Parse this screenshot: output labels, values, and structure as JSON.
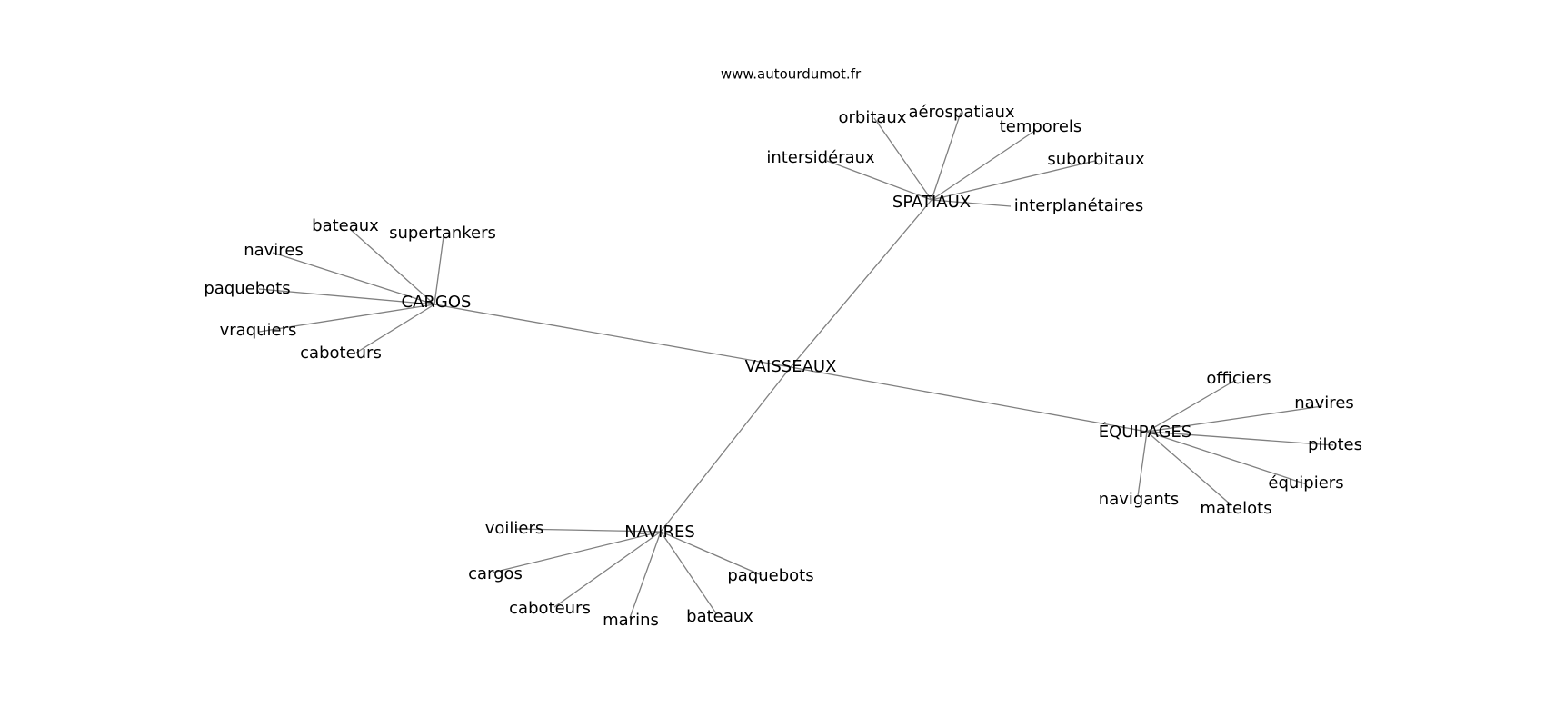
{
  "source": "www.autourdumot.fr",
  "center": {
    "id": "c",
    "label": "VAISSEAUX"
  },
  "clusters": [
    {
      "id": "spatiaux",
      "label": "SPATIAUX",
      "leaves": [
        {
          "id": "sp1",
          "label": "orbitaux"
        },
        {
          "id": "sp2",
          "label": "aérospatiaux"
        },
        {
          "id": "sp3",
          "label": "temporels"
        },
        {
          "id": "sp4",
          "label": "intersidéraux"
        },
        {
          "id": "sp5",
          "label": "suborbitaux"
        },
        {
          "id": "sp6",
          "label": "interplanétaires"
        }
      ]
    },
    {
      "id": "cargos",
      "label": "CARGOS",
      "leaves": [
        {
          "id": "ca1",
          "label": "bateaux"
        },
        {
          "id": "ca2",
          "label": "supertankers"
        },
        {
          "id": "ca3",
          "label": "navires"
        },
        {
          "id": "ca4",
          "label": "paquebots"
        },
        {
          "id": "ca5",
          "label": "vraquiers"
        },
        {
          "id": "ca6",
          "label": "caboteurs"
        }
      ]
    },
    {
      "id": "equipages",
      "label": "ÉQUIPAGES",
      "leaves": [
        {
          "id": "eq1",
          "label": "officiers"
        },
        {
          "id": "eq2",
          "label": "navires"
        },
        {
          "id": "eq3",
          "label": "pilotes"
        },
        {
          "id": "eq4",
          "label": "équipiers"
        },
        {
          "id": "eq5",
          "label": "navigants"
        },
        {
          "id": "eq6",
          "label": "matelots"
        }
      ]
    },
    {
      "id": "navires",
      "label": "NAVIRES",
      "leaves": [
        {
          "id": "na1",
          "label": "voiliers"
        },
        {
          "id": "na2",
          "label": "cargos"
        },
        {
          "id": "na3",
          "label": "caboteurs"
        },
        {
          "id": "na4",
          "label": "marins"
        },
        {
          "id": "na5",
          "label": "bateaux"
        },
        {
          "id": "na6",
          "label": "paquebots"
        }
      ]
    }
  ]
}
